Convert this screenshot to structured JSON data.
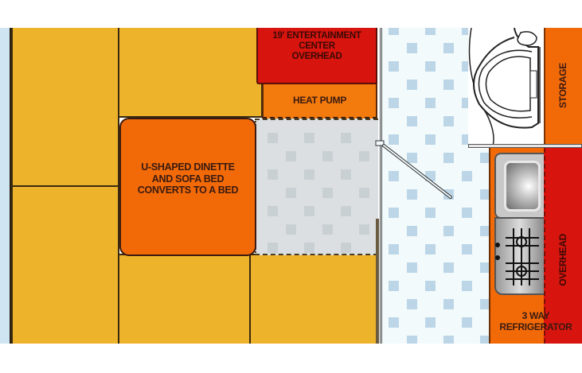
{
  "diagram": {
    "type": "rv-floor-plan-partial",
    "colors": {
      "cushion_yellow": "#edb32b",
      "dinette_orange": "#f26a08",
      "overhead_red": "#d8140e",
      "heat_pump_orange": "#f37a0c",
      "floor_tile_base": "#f2fafb",
      "floor_tile_accent": "#bcd6e8",
      "dinette_floor_grey": "#dcdfe1",
      "wall_blue": "#cfe6f2",
      "outline": "#3a2a10"
    },
    "labels": {
      "entertainment_center": [
        "19' ENTERTAINMENT",
        "CENTER",
        "OVERHEAD"
      ],
      "heat_pump": "HEAT PUMP",
      "dinette": [
        "U-SHAPED DINETTE",
        "AND SOFA BED",
        "CONVERTS TO A BED"
      ],
      "storage": "STORAGE",
      "overhead": "OVERHEAD",
      "refrigerator": [
        "3 WAY",
        "REFRIGERATOR"
      ]
    },
    "fixtures": {
      "toilet": "toilet-icon",
      "sink": "sink-icon",
      "stove": "stovetop-icon",
      "door": "bathroom-door"
    }
  }
}
